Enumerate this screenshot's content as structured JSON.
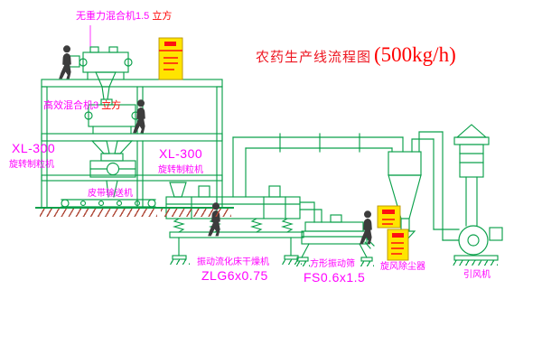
{
  "title": {
    "main": "农药生产线流程图",
    "capacity": "(500kg/h)"
  },
  "labels": {
    "mixer_top": {
      "name": "无重力混合机1.5",
      "unit": "立方"
    },
    "mixer_mid": {
      "name": "高效混合机3",
      "unit": "立方"
    },
    "granulator_left": {
      "model": "XL-300",
      "name": "旋转制粒机"
    },
    "granulator_mid": {
      "model": "XL-300",
      "name": "旋转制粒机"
    },
    "belt_conveyor": "皮带输送机",
    "dryer": {
      "name": "振动流化床干燥机",
      "model": "ZLG6x0.75"
    },
    "sieve": {
      "name": "方形振动筛",
      "model": "FS0.6x1.5"
    },
    "cyclone": "旋风除尘器",
    "fan": "引风机"
  },
  "colors": {
    "line": "#0aa04a",
    "label": "#ff00ff",
    "title": "#ee1520",
    "capacity": "#ff0000",
    "panel": "#ffe400",
    "paneltext": "#ff1010",
    "figure": "#3c3c3c",
    "hatch": "#b04a39"
  }
}
